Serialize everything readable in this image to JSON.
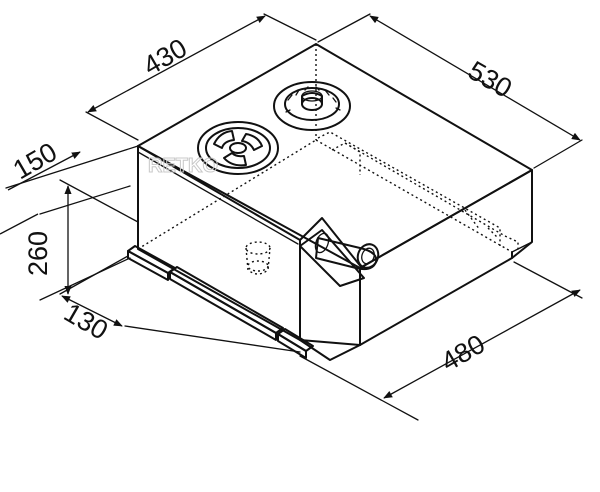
{
  "dimensions": {
    "length_top": "430",
    "depth_top": "530",
    "step_depth": "150",
    "height": "260",
    "step_length": "130",
    "length_bottom": "480"
  },
  "watermark": "RETKO"
}
